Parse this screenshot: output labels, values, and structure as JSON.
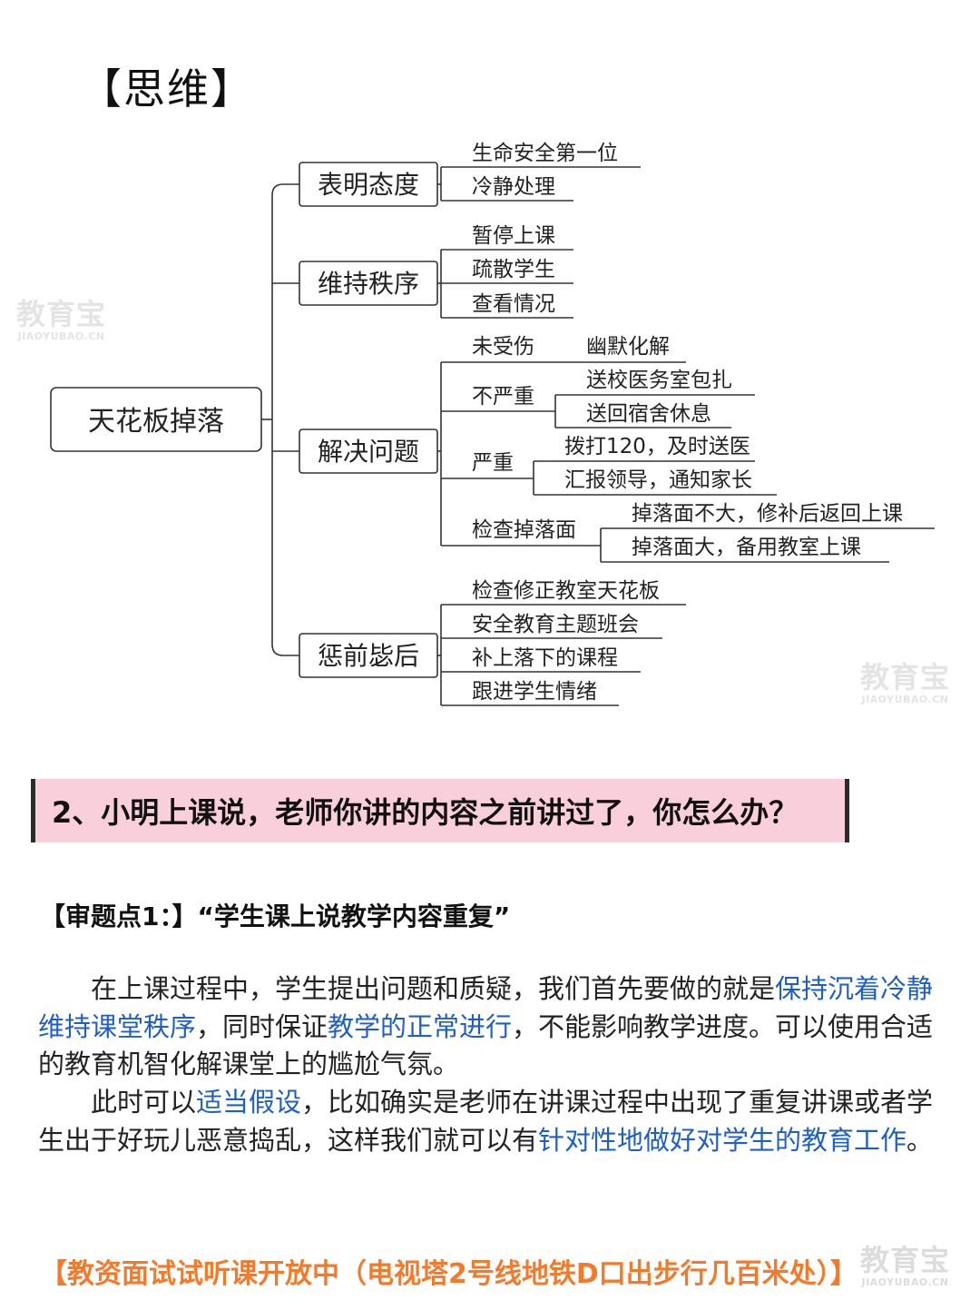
{
  "heading": "【思维】",
  "mindmap": {
    "root": "天花板掉落",
    "branches": [
      {
        "label": "表明态度",
        "items": [
          "生命安全第一位",
          "冷静处理"
        ]
      },
      {
        "label": "维持秩序",
        "items": [
          "暂停上课",
          "疏散学生",
          "查看情况"
        ]
      },
      {
        "label": "解决问题",
        "groups": [
          {
            "label": "未受伤",
            "items": [
              "幽默化解"
            ]
          },
          {
            "label": "不严重",
            "items": [
              "送校医务室包扎",
              "送回宿舍休息"
            ]
          },
          {
            "label": "严重",
            "items": [
              "拨打120，及时送医",
              "汇报领导，通知家长"
            ]
          },
          {
            "label": "检查掉落面",
            "items": [
              "掉落面不大，修补后返回上课",
              "掉落面大，备用教室上课"
            ]
          }
        ]
      },
      {
        "label": "惩前毖后",
        "items": [
          "检查修正教室天花板",
          "安全教育主题班会",
          "补上落下的课程",
          "跟进学生情绪"
        ]
      }
    ]
  },
  "watermark": {
    "cn": "教育宝",
    "en": "JIAOYUBAO.CN"
  },
  "question": "2、小明上课说，老师你讲的内容之前讲过了，你怎么办？",
  "point_title": "【审题点1：】“学生课上说教学内容重复”",
  "paragraph1": {
    "t1": "在上课过程中，学生提出问题和质疑，我们首先要做的就是",
    "h1": "保持沉着冷静维持课堂秩序",
    "t2": "，同时保证",
    "h2": "教学的正常进行",
    "t3": "，不能影响教学进度。可以使用合适的教育机智化解课堂上的尴尬气氛。"
  },
  "paragraph2": {
    "t1": "此时可以",
    "h1": "适当假设",
    "t2": "，比如确实是老师在讲课过程中出现了重复讲课或者学生出于好玩儿恶意捣乱，这样我们就可以有",
    "h2": "针对性地做好对学生的教育工作",
    "t3": "。"
  },
  "footer": "【教资面试试听课开放中（电视塔2号线地铁D口出步行几百米处）】",
  "colors": {
    "highlight": "#1f5fc5",
    "footer": "#f47a2a",
    "question_bg": "#f9cfdc"
  }
}
